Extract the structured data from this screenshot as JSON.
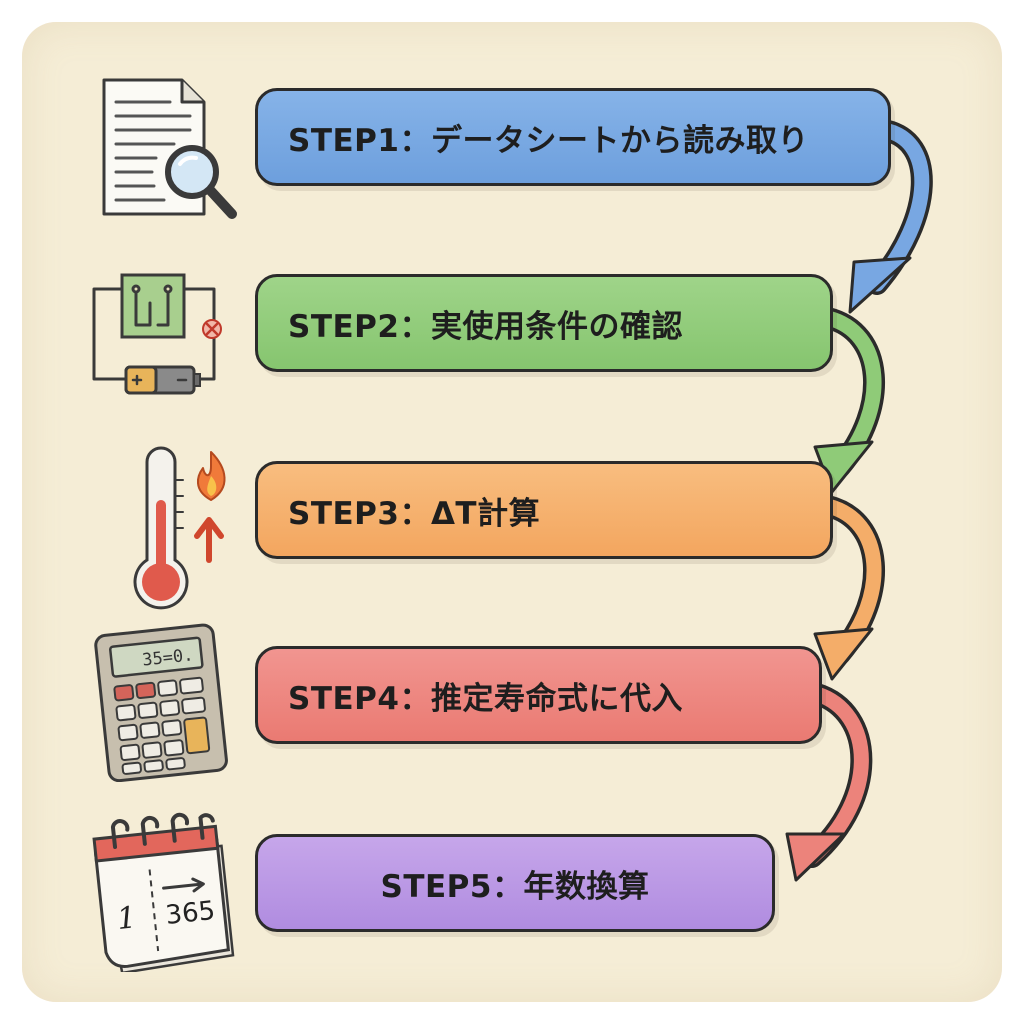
{
  "steps": [
    {
      "label": "STEP1：データシートから読み取り",
      "color": "#6d9fdd",
      "icon": "document-magnifier-icon"
    },
    {
      "label": "STEP2：実使用条件の確認",
      "color": "#86c56f",
      "icon": "circuit-battery-icon"
    },
    {
      "label": "STEP3：ΔT計算",
      "color": "#f3a65f",
      "icon": "thermometer-flame-icon"
    },
    {
      "label": "STEP4：推定寿命式に代入",
      "color": "#ea7a72",
      "icon": "calculator-icon"
    },
    {
      "label": "STEP5：年数換算",
      "color": "#b08ce0",
      "icon": "calendar-icon"
    }
  ],
  "calculator": {
    "display": "35=0."
  },
  "calendar": {
    "from": "1",
    "to": "365"
  }
}
